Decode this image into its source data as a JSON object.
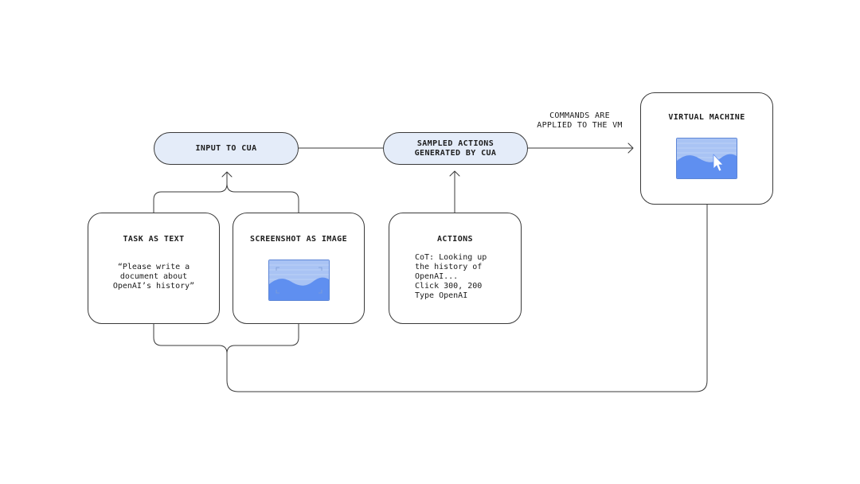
{
  "diagram": {
    "input_node": {
      "label": "INPUT TO CUA"
    },
    "sampled_node": {
      "lines": [
        "SAMPLED ACTIONS",
        "GENERATED BY CUA"
      ]
    },
    "vm_node": {
      "title": "VIRTUAL MACHINE"
    },
    "commands_label": {
      "lines": [
        "COMMANDS ARE",
        "APPLIED TO THE VM"
      ]
    },
    "task_card": {
      "title": "TASK AS TEXT",
      "quote_lines": [
        "“Please write a",
        "document about",
        "OpenAI’s history”"
      ]
    },
    "screenshot_card": {
      "title": "SCREENSHOT AS IMAGE"
    },
    "actions_card": {
      "title": "ACTIONS",
      "lines": [
        "CoT: Looking up",
        "the history of",
        "OpenAI...",
        "Click 300, 200",
        "Type OpenAI"
      ]
    }
  },
  "colors": {
    "pill_fill": "#e4ecf9",
    "image_light": "#a9c3f4",
    "image_dark": "#5f8ff0",
    "line": "#3a3a3a"
  },
  "icons": [
    "wave-image-icon",
    "cursor-icon",
    "arrow-head-icon"
  ]
}
